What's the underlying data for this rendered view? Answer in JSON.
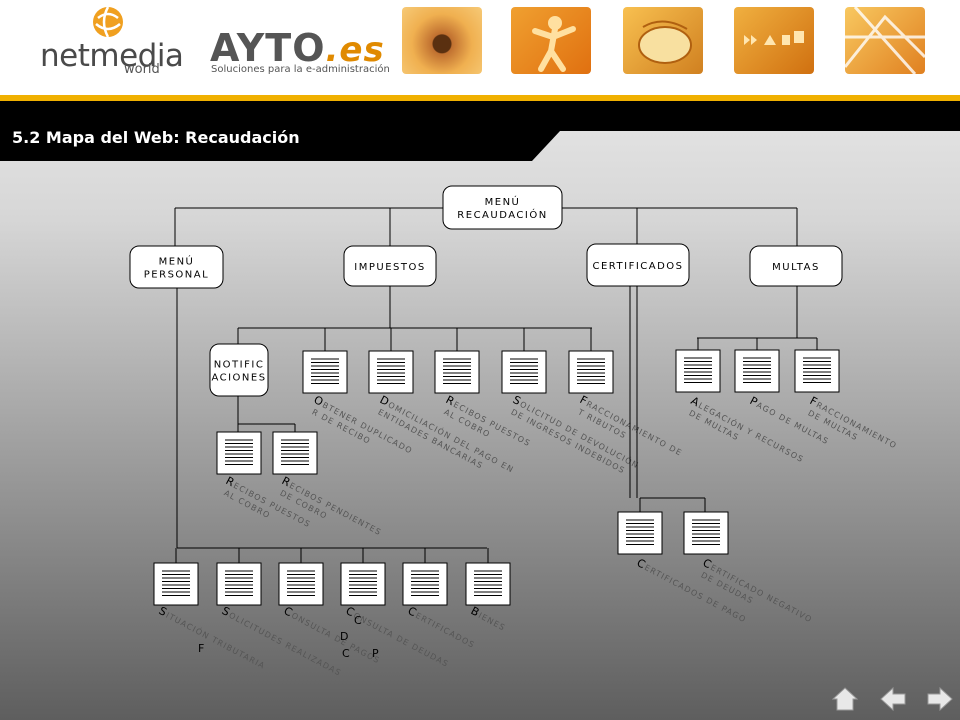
{
  "header": {
    "logo_left_main": "netmedia",
    "logo_left_sub": "world",
    "logo_right_main": "AYTO",
    "logo_right_ext": ".es",
    "logo_right_sub": "Soluciones para la e-administración"
  },
  "title": "5.2 Mapa del Web: Recaudación",
  "root": {
    "line1": "MENÚ",
    "line2": "RECAUDACIÓN"
  },
  "sections": {
    "personal": {
      "line1": "MENÚ",
      "line2": "PERSONAL"
    },
    "impuestos": {
      "label": "IMPUESTOS"
    },
    "certificados": {
      "label": "CERTIFICADOS"
    },
    "multas": {
      "label": "MULTAS"
    }
  },
  "notificaciones": {
    "line1": "NOTIFIC",
    "line2": "ACIONES"
  },
  "impuestos_items": [
    {
      "initial": "O",
      "text": "BTENER DUPLICADO",
      "text2": "R  DE RECIBO"
    },
    {
      "initial": "D",
      "text": "OMICILIACIÓN DEL PAGO EN",
      "text2": "ENTIDADES BANCARIAS"
    },
    {
      "initial": "R",
      "text": "ECIBOS PUESTOS",
      "text2": "AL COBRO"
    },
    {
      "initial": "S",
      "text": "OLICITUD DE DEVOLUCIÓN",
      "text2": "DE INGRESOS INDEBIDOS"
    },
    {
      "initial": "F",
      "text": "RACCIONAMIENTO DE",
      "text2": "T  RIBUTOS"
    }
  ],
  "notif_items": [
    {
      "initial": "R",
      "text": "ECIBOS PUESTOS",
      "text2": "AL COBRO"
    },
    {
      "initial": "R",
      "text": "ECIBOS PENDIENTES",
      "text2": "DE COBRO"
    }
  ],
  "multas_items": [
    {
      "initial": "A",
      "text": "LEGACIÓN Y RECURSOS",
      "text2": "DE MULTAS"
    },
    {
      "initial": "P",
      "text": "AGO DE MULTAS",
      "text2": ""
    },
    {
      "initial": "F",
      "text": "RACCIONAMIENTO",
      "text2": "DE MULTAS"
    }
  ],
  "cert_items": [
    {
      "initial": "C",
      "text": "ERTIFICADOS DE PAGO",
      "text2": ""
    },
    {
      "initial": "C",
      "text": "ERTIFICADO NEGATIVO",
      "text2": "DE DEUDAS"
    }
  ],
  "personal_items": [
    {
      "initial": "S",
      "text": "ITUACIÓN TRIBUTARIA",
      "text2": ""
    },
    {
      "initial": "S",
      "text": "OLICITUDES REALIZADAS",
      "text2": ""
    },
    {
      "initial": "C",
      "text": "ONSULTA DE PAGOS",
      "text2": ""
    },
    {
      "initial": "C",
      "text": "ONSULTA DE DEUDAS",
      "text2": ""
    },
    {
      "initial": "C",
      "text": "ERTIFICADOS",
      "text2": ""
    },
    {
      "initial": "B",
      "text": "IENES",
      "text2": ""
    }
  ],
  "personal_extra": [
    "F",
    "C",
    "D",
    "C",
    "P"
  ],
  "nav": {
    "home_icon": "home-icon",
    "back_icon": "arrow-left-icon",
    "forward_icon": "arrow-right-icon"
  },
  "colors": {
    "accent": "#f0b000",
    "title_bar": "#000000",
    "node_fill": "#ffffff"
  }
}
